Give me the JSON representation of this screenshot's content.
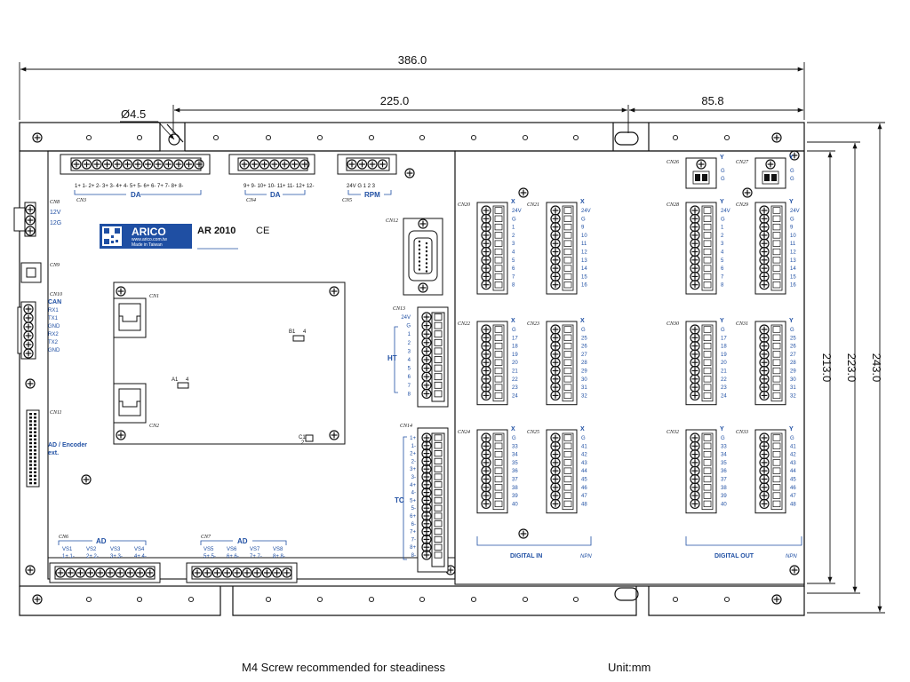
{
  "dimensions": {
    "overall_width": "386.0",
    "middle_width": "225.0",
    "right_width": "85.8",
    "hole": "Ø4.5",
    "height_inner": "213.0",
    "height_mid": "223.0",
    "height_outer": "243.0"
  },
  "product": {
    "brand": "ARICO",
    "website": "www.arico.com.tw",
    "origin": "Made in Taiwan",
    "model": "AR 2010",
    "mark": "CE"
  },
  "left_panel": {
    "cn8": {
      "id": "CN8",
      "lines": [
        "12V",
        "12G"
      ]
    },
    "cn9": {
      "id": "CN9"
    },
    "cn10": {
      "id": "CN10",
      "title": "CAN",
      "lines": [
        "RX1",
        "TX1",
        "GND",
        "RX2",
        "TX2",
        "GND"
      ]
    },
    "cn11": {
      "id": "CN11",
      "title": "AD / Encoder",
      "sub": "ext."
    }
  },
  "top_connectors": {
    "cn3": {
      "id": "CN3",
      "title": "DA",
      "pins": "1+ 1- 2+ 2- 3+ 3- 4+ 4- 5+ 5- 6+ 6- 7+ 7- 8+ 8-"
    },
    "cn4": {
      "id": "CN4",
      "title": "DA",
      "pins": "9+ 9- 10+ 10- 11+ 11- 12+ 12-"
    },
    "cn5": {
      "id": "CN5",
      "title": "RPM",
      "pins": "24V G 1 2 3"
    }
  },
  "board": {
    "cn1": "CN1",
    "cn2": "CN2",
    "b1": "B1",
    "b1n": "4",
    "a1": "A1",
    "a1n": "4",
    "c1": "C1",
    "c1n": "2"
  },
  "cn12": "CN12",
  "cn13": {
    "id": "CN13",
    "group": "HT",
    "pins": [
      "24V",
      "G",
      "1",
      "2",
      "3",
      "4",
      "5",
      "6",
      "7",
      "8"
    ]
  },
  "cn14": {
    "id": "CN14",
    "group": "TC",
    "pins": [
      "1+",
      "1-",
      "2+",
      "2-",
      "3+",
      "3-",
      "4+",
      "4-",
      "5+",
      "5-",
      "6+",
      "6-",
      "7+",
      "7-",
      "8+",
      "8-"
    ]
  },
  "bottom_connectors": {
    "cn6": {
      "id": "CN6",
      "title": "AD",
      "groups": [
        "VS1",
        "VS2",
        "VS3",
        "VS4"
      ],
      "pins": [
        "1+ 1-",
        "2+ 2-",
        "3+ 3-",
        "4+ 4-"
      ]
    },
    "cn7": {
      "id": "CN7",
      "title": "AD",
      "groups": [
        "VS5",
        "VS6",
        "VS7",
        "VS8"
      ],
      "pins": [
        "5+ 5-",
        "6+ 6-",
        "7+ 7-",
        "8+ 8-"
      ]
    }
  },
  "digital_in": {
    "title": "DIGITAL IN",
    "npn": "NPN",
    "modules": [
      {
        "id": "CN20",
        "axis": "X",
        "pins": [
          "24V",
          "G",
          "1",
          "2",
          "3",
          "4",
          "5",
          "6",
          "7",
          "8"
        ]
      },
      {
        "id": "CN21",
        "axis": "X",
        "pins": [
          "24V",
          "G",
          "9",
          "10",
          "11",
          "12",
          "13",
          "14",
          "15",
          "16"
        ]
      },
      {
        "id": "CN22",
        "axis": "X",
        "pins": [
          "G",
          "17",
          "18",
          "19",
          "20",
          "21",
          "22",
          "23",
          "24"
        ]
      },
      {
        "id": "CN23",
        "axis": "X",
        "pins": [
          "G",
          "25",
          "26",
          "27",
          "28",
          "29",
          "30",
          "31",
          "32"
        ]
      },
      {
        "id": "CN24",
        "axis": "X",
        "pins": [
          "G",
          "33",
          "34",
          "35",
          "36",
          "37",
          "38",
          "39",
          "40"
        ]
      },
      {
        "id": "CN25",
        "axis": "X",
        "pins": [
          "G",
          "41",
          "42",
          "43",
          "44",
          "45",
          "46",
          "47",
          "48"
        ]
      }
    ]
  },
  "digital_out": {
    "title": "DIGITAL OUT",
    "npn": "NPN",
    "small": [
      {
        "id": "CN26",
        "axis": "Y",
        "pins": [
          "G",
          "G"
        ]
      },
      {
        "id": "CN27",
        "axis": "Y",
        "pins": [
          "G",
          "G"
        ]
      }
    ],
    "modules": [
      {
        "id": "CN28",
        "axis": "Y",
        "pins": [
          "24V",
          "G",
          "1",
          "2",
          "3",
          "4",
          "5",
          "6",
          "7",
          "8"
        ]
      },
      {
        "id": "CN29",
        "axis": "Y",
        "pins": [
          "24V",
          "G",
          "9",
          "10",
          "11",
          "12",
          "13",
          "14",
          "15",
          "16"
        ]
      },
      {
        "id": "CN30",
        "axis": "Y",
        "pins": [
          "G",
          "17",
          "18",
          "19",
          "20",
          "21",
          "22",
          "23",
          "24"
        ]
      },
      {
        "id": "CN31",
        "axis": "Y",
        "pins": [
          "G",
          "25",
          "26",
          "27",
          "28",
          "29",
          "30",
          "31",
          "32"
        ]
      },
      {
        "id": "CN32",
        "axis": "Y",
        "pins": [
          "G",
          "33",
          "34",
          "35",
          "36",
          "37",
          "38",
          "39",
          "40"
        ]
      },
      {
        "id": "CN33",
        "axis": "Y",
        "pins": [
          "G",
          "41",
          "42",
          "43",
          "44",
          "45",
          "46",
          "47",
          "48"
        ]
      }
    ]
  },
  "footer": {
    "note": "M4 Screw recommended for steadiness",
    "unit": "Unit:mm"
  }
}
